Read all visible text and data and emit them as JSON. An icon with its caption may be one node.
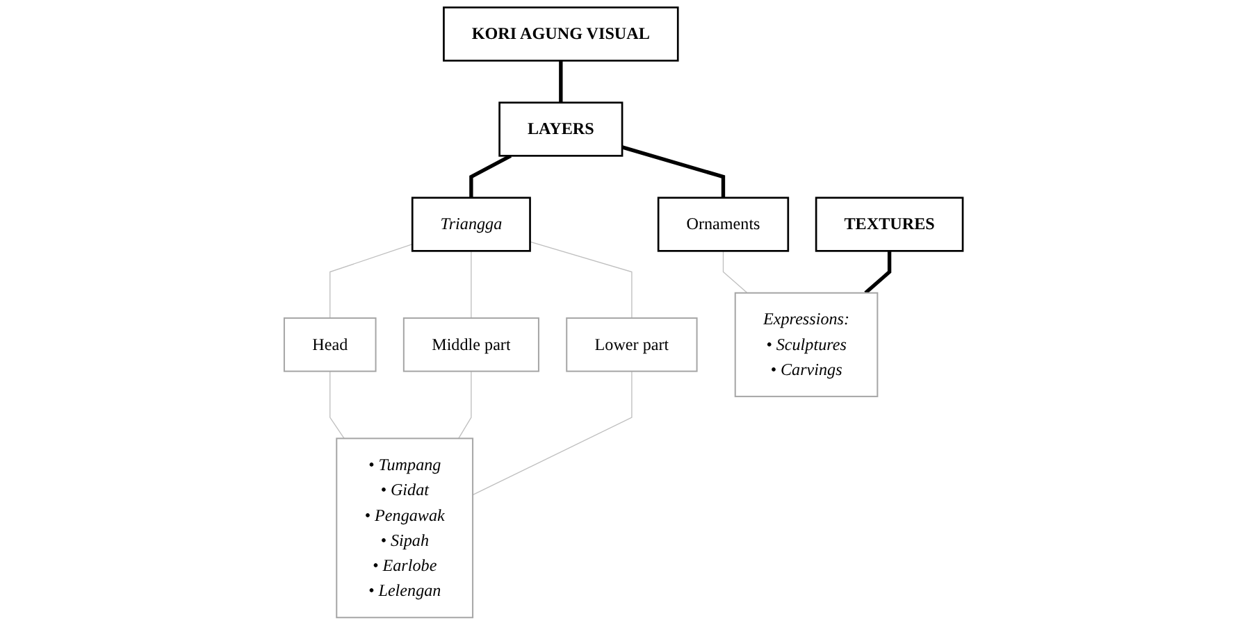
{
  "diagram": {
    "nodes": [
      {
        "text": [
          "KORI AGUNG VISUAL"
        ]
      },
      {
        "text": [
          "LAYERS"
        ]
      },
      {
        "text": [
          "TEXTURES"
        ]
      },
      {
        "text": [
          "Triangga"
        ]
      },
      {
        "text": [
          "Head"
        ]
      },
      {
        "text": [
          "Middle part"
        ]
      },
      {
        "text": [
          "Lower part"
        ]
      },
      {
        "text": [
          "• Tumpang",
          "• Gidat",
          "• Pengawak",
          "• Sipah",
          "• Earlobe",
          "• Lelengan"
        ]
      },
      {
        "text": [
          "Ornaments"
        ]
      },
      {
        "text": [
          "Expressions:",
          "• Sculptures",
          "• Carvings"
        ]
      }
    ],
    "edges": [
      {
        "from": 0,
        "to": 1,
        "arrow": "none",
        "style": "thick",
        "color": "#000000"
      },
      {
        "from": 1,
        "to": 3,
        "arrow": "none",
        "style": "thick",
        "color": "#000000"
      },
      {
        "from": 1,
        "to": 8,
        "arrow": "none",
        "style": "thick",
        "color": "#000000"
      },
      {
        "from": 3,
        "to": 4,
        "arrow": "none"
      },
      {
        "from": 3,
        "to": 5,
        "arrow": "none"
      },
      {
        "from": 3,
        "to": 6,
        "arrow": "none"
      },
      {
        "from": 4,
        "to": 7,
        "arrow": "none"
      },
      {
        "from": 5,
        "to": 7,
        "arrow": "none"
      },
      {
        "from": 6,
        "to": 7,
        "arrow": "none"
      },
      {
        "from": 8,
        "to": 9,
        "arrow": "none"
      },
      {
        "from": 2,
        "to": 9,
        "arrow": "none",
        "style": "thick",
        "color": "#000000"
      }
    ]
  }
}
